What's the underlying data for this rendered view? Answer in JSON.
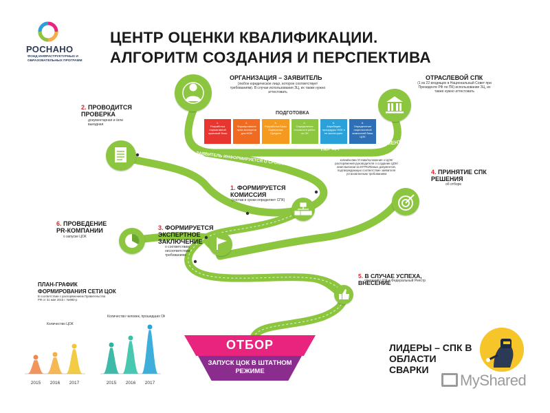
{
  "header": {
    "logo_name": "РОСНАНО",
    "logo_sub": "ФОНД ИНФРАСТРУКТУРНЫХ И ОБРАЗОВАТЕЛЬНЫХ ПРОГРАММ",
    "title_line1": "ЦЕНТР ОЦЕНКИ КВАЛИФИКАЦИИ.",
    "title_line2": "АЛГОРИТМ СОЗДАНИЯ И ПЕРСПЕКТИВА"
  },
  "organization": {
    "title": "ОРГАНИЗАЦИЯ – ЗАЯВИТЕЛЬ",
    "desc": "(любое юридическое лицо, которое соответствует требованиям). В случае использования ЗЦ, их также нужно аттестовать"
  },
  "industry_council": {
    "title": "ОТРАСЛЕВОЙ СПК",
    "desc": "(1 из 22 входящих в Национальный Совет при Президенте РФ по ПК) использование ЗЦ, их также нужно аттестовать"
  },
  "preparation": {
    "label": "ПОДГОТОВКА",
    "steps": [
      {
        "num": "1.",
        "text": "Разработка нормативной правовой базы",
        "color": "#e8352f"
      },
      {
        "num": "2.",
        "text": "Формирование пула экспертов для НОК",
        "color": "#f06b1f"
      },
      {
        "num": "3.",
        "text": "Разработка Базы Оценочных Средств",
        "color": "#f39a1f"
      },
      {
        "num": "4.",
        "text": "Определение стоимости работ по ОК",
        "color": "#8dc63f"
      },
      {
        "num": "5.",
        "text": "Апробация процедуры НОК и ее мониторинг",
        "color": "#2aa1d8"
      },
      {
        "num": "6.",
        "text": "Определение лицензионной комиссией базы ЦОК",
        "color": "#2f6fb5"
      }
    ]
  },
  "road_labels": {
    "transfer": "ПЕРЕДАЧА ПАКЕТА ДОКУМЕНТОВ",
    "informed": "ЗАЯВИТЕЛЬ ИНФОРМИРУЕТСЯ О СРОКАХ ПРОВЕДЕНИЯ ПРОВЕРКИ"
  },
  "documents_note": "копии/копии Устава/положения о ЦОК/распоряжения руководителя о создании ЦОК/иная выписки из ЕГРЮЛ/иных документов, подтверждающих соответствие заявителя установленным требованиям",
  "stages": {
    "s1": {
      "num": "1.",
      "title": "ФОРМИРУЕТСЯ КОМИССИЯ",
      "desc": "(состав и сроки определяет СПК)"
    },
    "s2": {
      "num": "2.",
      "title": "ПРОВОДИТСЯ ПРОВЕРКА",
      "desc": "документарная и /или выездная"
    },
    "s3": {
      "num": "3.",
      "title": "ФОРМИРУЕТСЯ ЭКСПЕРТНОЕ ЗАКЛЮЧЕНИЕ",
      "desc": "о соответствии/ несоответствии требованиям"
    },
    "s4": {
      "num": "4.",
      "title": "ПРИНЯТИЕ СПК РЕШЕНИЯ",
      "desc": "об отборе"
    },
    "s5": {
      "num": "5.",
      "title": "В СЛУЧАЕ УСПЕХА, ВНЕСЕНИЕ",
      "desc": "сведений ЦОК в Федеральный Реестр"
    },
    "s6": {
      "num": "6.",
      "title": "ПРОВЕДЕНИЕ PR-КОМПАНИИ",
      "desc": "о запуске ЦОК"
    }
  },
  "plan": {
    "title": "ПЛАН-ГРАФИК ФОРМИРОВАНИЯ СЕТИ ЦОК",
    "desc": "В соответствии с распоряжением Правительства РФ от 31 мая 2015 г. №980-р"
  },
  "funnel": {
    "top": "ОТБОР",
    "bottom": "ЗАПУСК ЦОК В ШТАТНОМ РЕЖИМЕ"
  },
  "leaders": "ЛИДЕРЫ – СПК В ОБЛАСТИ СВАРКИ",
  "watermark": "MyShared",
  "colors": {
    "road": "#8cc63f",
    "road_dark": "#6aa531",
    "label_red": "#d4272e",
    "funnel_pink": "#e8247f",
    "funnel_purple": "#8b2c8f",
    "chart_warm": [
      "#f08a4b",
      "#f5b041",
      "#f2c531"
    ],
    "chart_cool": [
      "#2ab3a0",
      "#34c2a9",
      "#29a5d6"
    ]
  },
  "chart_data": [
    {
      "type": "area",
      "title": "Количество ЦОК",
      "categories": [
        "2015",
        "2016",
        "2017"
      ],
      "values": [
        null,
        null,
        null
      ],
      "data_labels": [
        "",
        "",
        ""
      ]
    },
    {
      "type": "area",
      "title": "Количество человек, прошедших ОК",
      "categories": [
        "2015",
        "2016",
        "2017"
      ],
      "values": [
        null,
        null,
        null
      ],
      "data_labels": [
        "",
        "",
        ""
      ]
    }
  ]
}
